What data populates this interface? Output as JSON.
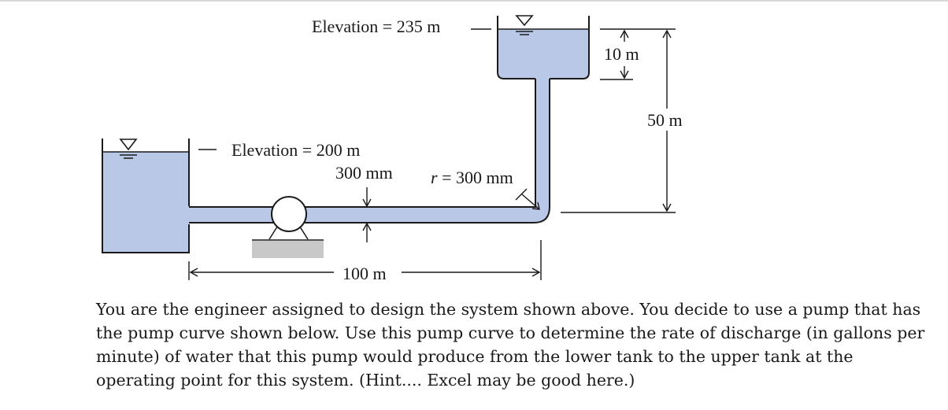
{
  "labels": {
    "elevation_upper": "Elevation = 235 m",
    "elevation_lower": "Elevation = 200 m",
    "pipe_diameter": "300 mm",
    "bend_radius_var": "r",
    "bend_radius_val": " = 300 mm",
    "upper_depth": "10 m",
    "total_height": "50 m",
    "pipe_length": "100 m"
  },
  "problem_text": "You are the engineer assigned to design the system shown above.  You decide to use a pump that has the pump curve shown below.  Use this pump curve to determine the rate of discharge (in gallons per minute) of water that this pump would produce from the lower tank to the upper tank at the operating point for this system.  (Hint.... Excel may be good here.)",
  "colors": {
    "water": "#b8c8e6",
    "ink": "#1a1a1a",
    "pump_base": "#c8c8c8"
  }
}
